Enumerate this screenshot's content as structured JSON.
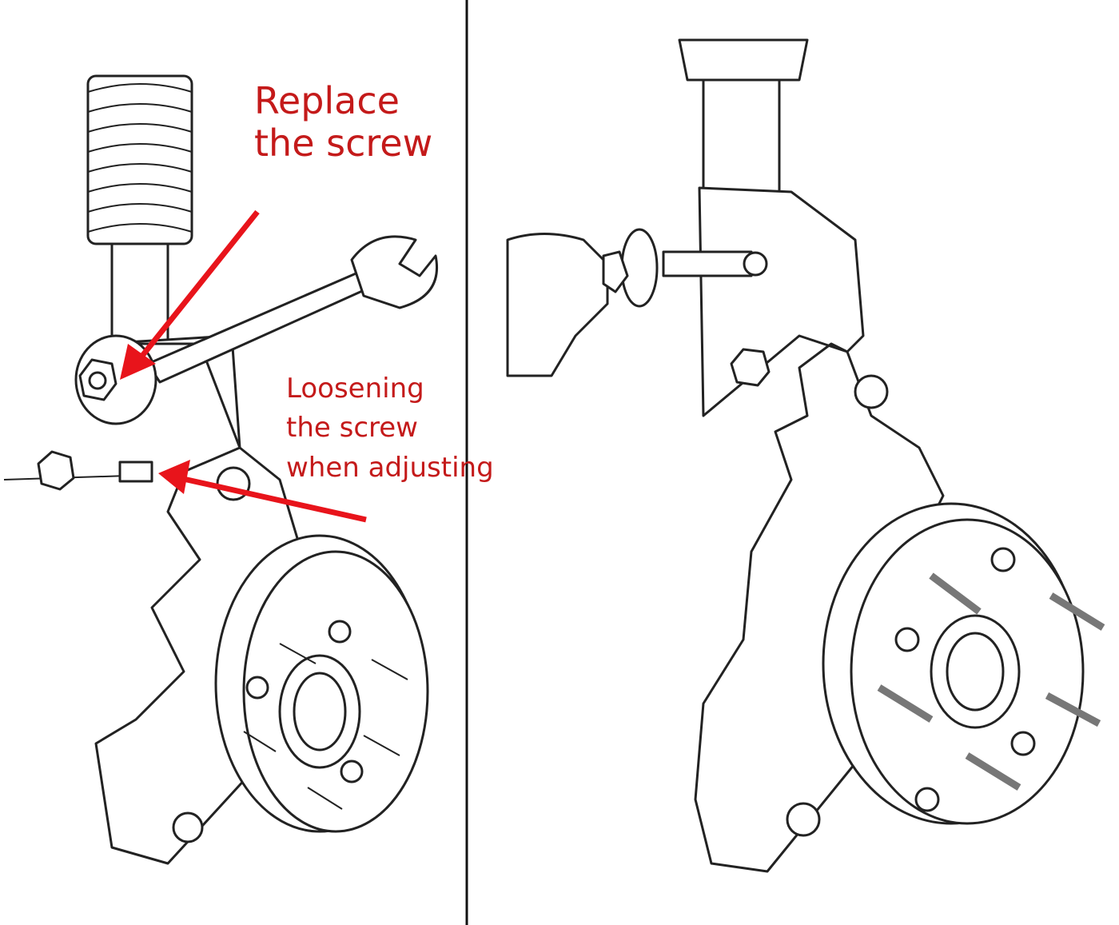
{
  "annotations": {
    "replace_line1": "Replace",
    "replace_line2": "the screw",
    "loosen_line1": "Loosening",
    "loosen_line2": "the screw",
    "loosen_line3": "when adjusting"
  },
  "colors": {
    "annotation": "#c41a1a",
    "arrow": "#e8141b",
    "line": "#222222"
  }
}
